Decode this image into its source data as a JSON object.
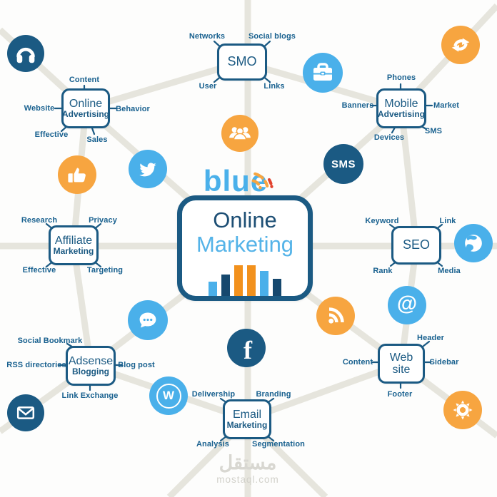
{
  "colors": {
    "navy": "#1b5a83",
    "label_blue": "#19618f",
    "light_blue": "#4ab0ea",
    "sky": "#54b3e8",
    "orange": "#f7a540",
    "bar_orange": "#f2911d",
    "bar_navy": "#16486e",
    "line_gray": "#e6e5dd",
    "bg": "#fdfdfc",
    "watermark_gray": "#d8d7d1"
  },
  "logo": {
    "text": "blue"
  },
  "center_box": {
    "line1": "Online",
    "line2": "Marketing",
    "chart": {
      "type": "bar",
      "values": [
        20,
        30,
        43,
        43,
        35,
        24
      ],
      "bar_colors": [
        "light_blue",
        "bar_navy",
        "bar_orange",
        "bar_orange",
        "light_blue",
        "bar_navy"
      ]
    }
  },
  "clusters": {
    "smo": {
      "title": "SMO",
      "satellites": {
        "top_left": "Networks",
        "top_right": "Social blogs",
        "bottom_left": "User",
        "bottom_right": "Links"
      }
    },
    "online_advertising": {
      "title1": "Online",
      "title2": "Advertising",
      "satellites": {
        "top": "Content",
        "left": "Website",
        "right": "Behavior",
        "bottom_left": "Effective",
        "bottom": "Sales"
      }
    },
    "mobile_advertising": {
      "title1": "Mobile",
      "title2": "Advertising",
      "satellites": {
        "top": "Phones",
        "left": "Banners",
        "right": "Market",
        "bottom_left": "Devices",
        "bottom_right": "SMS"
      }
    },
    "affiliate_marketing": {
      "title1": "Affiliate",
      "title2": "Marketing",
      "satellites": {
        "top_left": "Research",
        "top_right": "Privacy",
        "bottom_left": "Effective",
        "bottom_right": "Targeting"
      }
    },
    "seo": {
      "title": "SEO",
      "satellites": {
        "top_left": "Keyword",
        "top_right": "Link",
        "bottom_left": "Rank",
        "bottom_right": "Media"
      }
    },
    "adsense_blogging": {
      "title1": "Adsense",
      "title2": "Blogging",
      "satellites": {
        "top": "Social Bookmark",
        "left": "RSS directories",
        "right": "Blog post",
        "bottom": "Link Exchange"
      }
    },
    "website": {
      "title1": "Web",
      "title2": "site",
      "satellites": {
        "top_right": "Header",
        "left": "Content",
        "right": "Sidebar",
        "bottom": "Footer"
      }
    },
    "email_marketing": {
      "title1": "Email",
      "title2": "Marketing",
      "satellites": {
        "top_left": "Delivership",
        "top_right": "Branding",
        "bottom_left": "Analysis",
        "bottom_right": "Segmentation"
      }
    }
  },
  "badges": {
    "sms": "SMS",
    "at": "@",
    "facebook": "f",
    "wordpress": "W"
  },
  "icons": [
    "headphones",
    "sync-arrows",
    "briefcase",
    "user-group",
    "twitter-bird",
    "thumbs-up",
    "sms-badge",
    "globe",
    "at-sign",
    "rss",
    "chat-dots",
    "facebook-f",
    "wordpress-w",
    "envelope",
    "gear"
  ],
  "watermark": {
    "arabic": "مستقل",
    "latin": "mostaql.com"
  }
}
